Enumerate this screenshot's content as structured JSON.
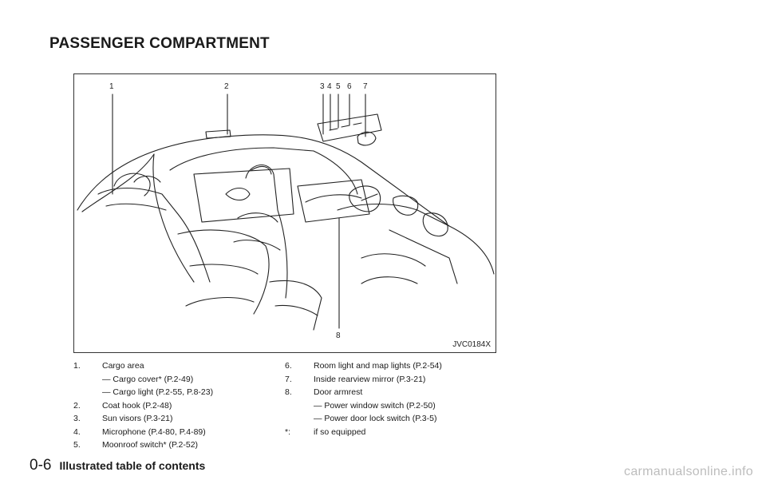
{
  "page_title": "PASSENGER COMPARTMENT",
  "figure": {
    "code": "JVC0184X",
    "callouts": [
      "1",
      "2",
      "3",
      "4",
      "5",
      "6",
      "7",
      "8"
    ]
  },
  "left_column": [
    {
      "num": "1.",
      "text": "Cargo area",
      "subs": [
        "— Cargo cover* (P.2-49)",
        "— Cargo light (P.2-55, P.8-23)"
      ]
    },
    {
      "num": "2.",
      "text": "Coat hook (P.2-48)",
      "subs": []
    },
    {
      "num": "3.",
      "text": "Sun visors (P.3-21)",
      "subs": []
    },
    {
      "num": "4.",
      "text": "Microphone (P.4-80, P.4-89)",
      "subs": []
    },
    {
      "num": "5.",
      "text": "Moonroof switch* (P.2-52)",
      "subs": []
    }
  ],
  "right_column": [
    {
      "num": "6.",
      "text": "Room light and map lights (P.2-54)",
      "subs": []
    },
    {
      "num": "7.",
      "text": "Inside rearview mirror (P.3-21)",
      "subs": []
    },
    {
      "num": "8.",
      "text": "Door armrest",
      "subs": [
        "— Power window switch (P.2-50)",
        "— Power door lock switch (P.3-5)"
      ]
    },
    {
      "num": "*:",
      "text": "if so equipped",
      "subs": []
    }
  ],
  "footer": {
    "page_number": "0-6",
    "section": "Illustrated table of contents",
    "watermark": "carmanualsonline.info"
  }
}
